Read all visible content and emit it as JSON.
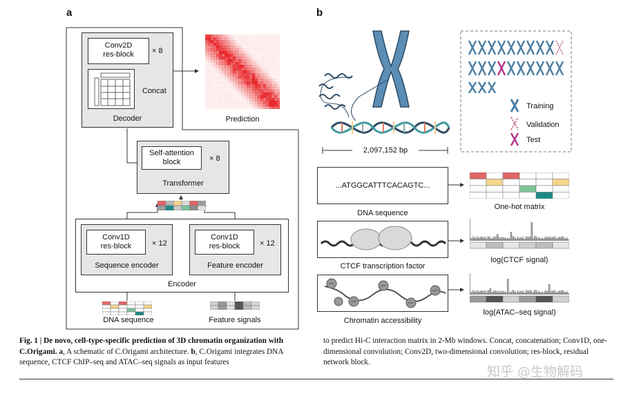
{
  "panel_a": {
    "letter": "a",
    "decoder_block_label": "Conv2D\nres-block",
    "decoder_block_repeat": "× 8",
    "concat_label": "Concat",
    "decoder_label": "Decoder",
    "prediction_label": "Prediction",
    "attention_block_label": "Self-attention\nblock",
    "attention_repeat": "× 8",
    "transformer_label": "Transformer",
    "seq_block_label": "Conv1D\nres-block",
    "seq_repeat": "× 12",
    "seq_encoder_label": "Sequence encoder",
    "feat_block_label": "Conv1D\nres-block",
    "feat_repeat": "× 12",
    "feat_encoder_label": "Feature encoder",
    "encoder_label": "Encoder",
    "dna_input_label": "DNA sequence",
    "feature_input_label": "Feature signals"
  },
  "panel_b": {
    "letter": "b",
    "bp_label": "2,097,152 bp",
    "legend": {
      "training": "Training",
      "validation": "Validation",
      "test": "Test"
    },
    "sequence_text": "...ATGGCATTTCACAGTC...",
    "dna_sequence_label": "DNA sequence",
    "onehot_label": "One-hot matrix",
    "ctcf_label": "CTCF transcription factor",
    "ctcf_signal_label": "log(CTCF signal)",
    "chromatin_label": "Chromatin accessibility",
    "atac_signal_label": "log(ATAC–seq signal)"
  },
  "caption": {
    "fig_bold": "Fig. 1 | De novo, cell-type-specific prediction of 3D chromatin organization with C.Origami.",
    "a_bold": "a",
    "a_text": ", A schematic of C.Origami architecture.",
    "b_bold": "b",
    "b_text": ", C.Origami integrates DNA sequence, CTCF ChIP–seq and ATAC–seq signals as input features",
    "right_text": "to predict Hi-C interaction matrix in 2-Mb windows. Concat, concatenation; Conv1D, one-dimensional convolution; Conv2D, two-dimensional convolution; res-block, residual network block."
  },
  "watermark": "知乎 @生物解码",
  "colors": {
    "heatmap": "#e8292c",
    "chromosome_train": "#4d7fa3",
    "validation": "#c45b7a",
    "test": "#b5368f",
    "onehot_red": "#e06666",
    "onehot_yellow": "#f6d58b",
    "onehot_green": "#7fc39b",
    "onehot_teal": "#1e8a86"
  }
}
